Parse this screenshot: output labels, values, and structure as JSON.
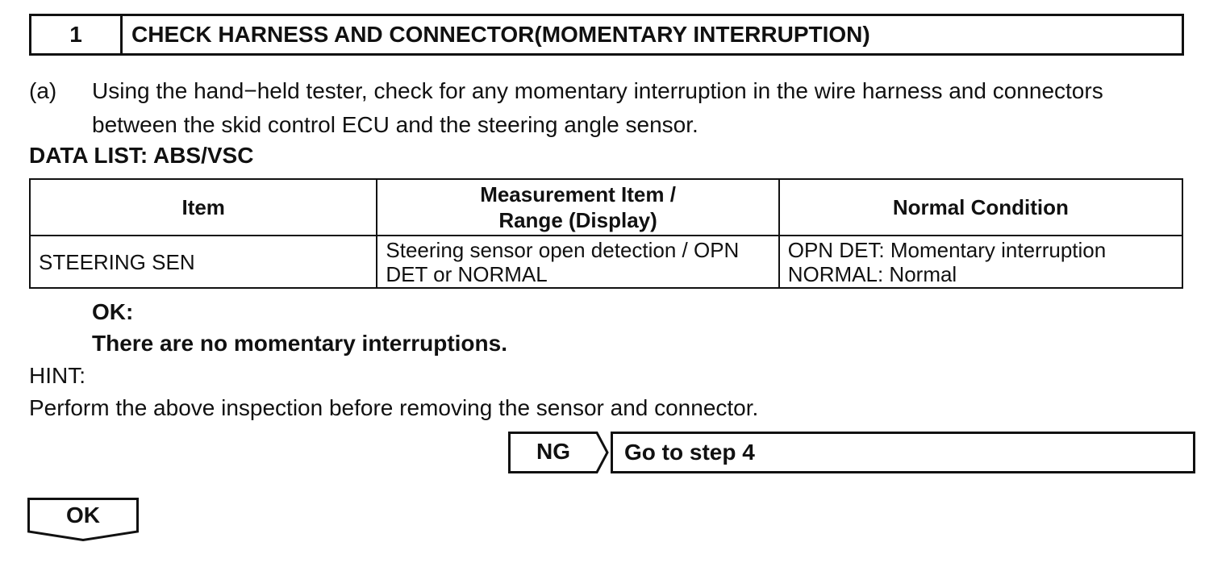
{
  "step": {
    "number": "1",
    "title": "CHECK HARNESS AND CONNECTOR(MOMENTARY INTERRUPTION)"
  },
  "instruction": {
    "marker": "(a)",
    "line1": "Using the hand−held tester, check for any momentary interruption in the wire harness and connectors",
    "line2": "between the skid control ECU and the steering angle sensor."
  },
  "data_list_title": "DATA LIST: ABS/VSC",
  "table": {
    "headers": [
      "Item",
      "Measurement Item /\nRange (Display)",
      "Normal Condition"
    ],
    "rows": [
      {
        "item": "STEERING SEN",
        "measurement": "Steering sensor open detection / OPN\nDET or NORMAL",
        "normal": "OPN DET: Momentary interruption\nNORMAL: Normal"
      }
    ]
  },
  "result": {
    "ok_label": "OK:",
    "ok_text": "There are no momentary interruptions."
  },
  "hint": {
    "label": "HINT:",
    "text": "Perform the above inspection before removing the sensor and connector."
  },
  "branch": {
    "ng_label": "NG",
    "ng_target": "Go to step 4",
    "ok_label": "OK"
  }
}
